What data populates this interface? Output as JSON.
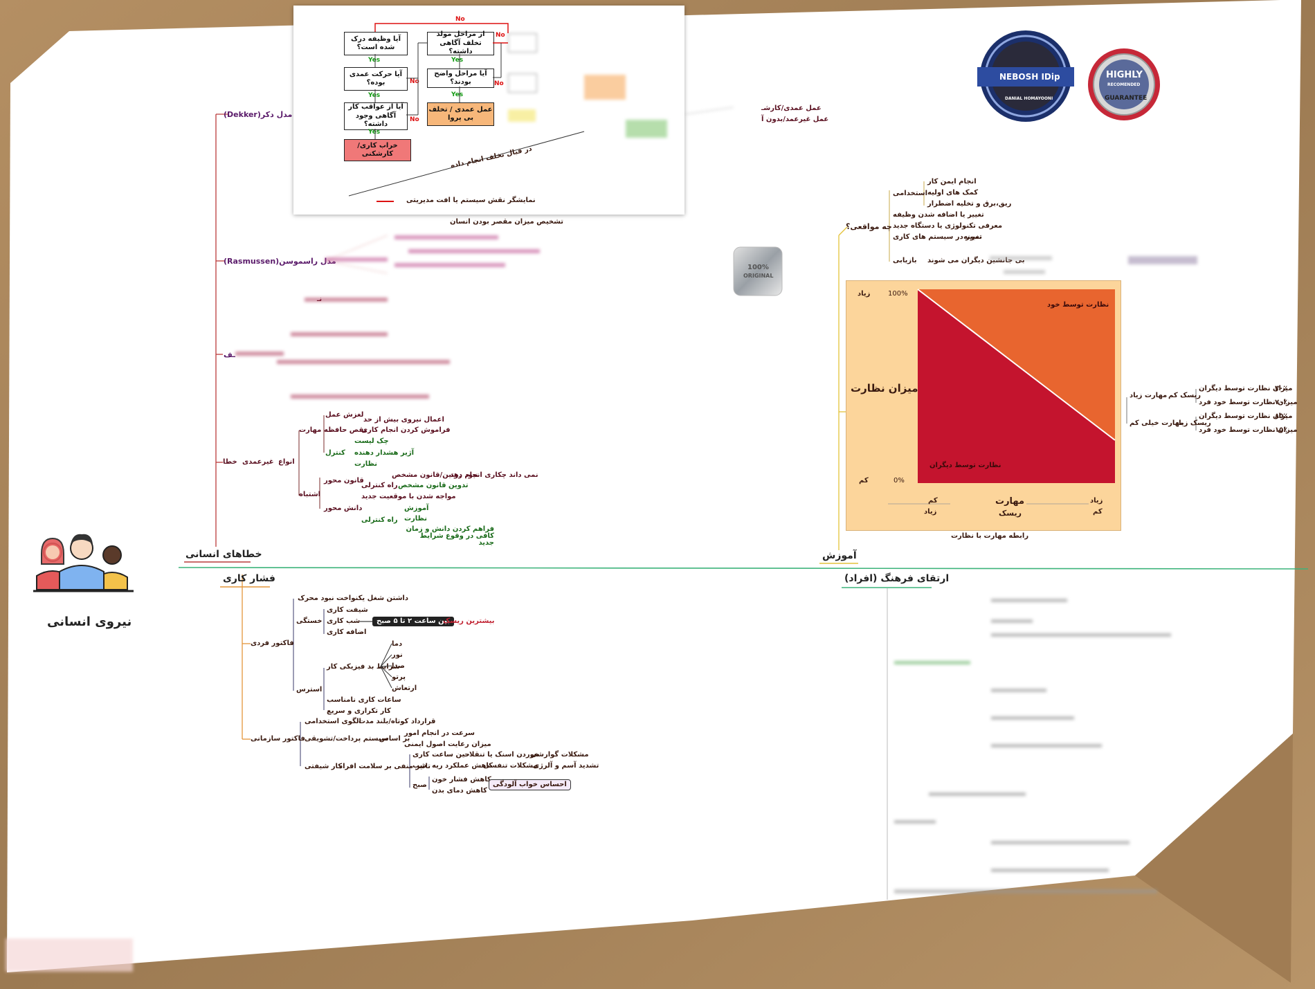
{
  "colors": {
    "cardboard": "#a8865d",
    "paper": "#ffffff",
    "chart_orange": "#e8652f",
    "chart_red": "#c4142e",
    "chart_bg": "#fcd59b",
    "line_green": "#3cb37a"
  },
  "root": {
    "label": "نیروی انسانی",
    "icon": "people-group-icon"
  },
  "branches": {
    "human_errors": "خطاهای انسانی",
    "work_pressure": "فشار کاری",
    "training": "آموزش",
    "culture": "ارتقای فرهنگ (افراد)"
  },
  "dekker": {
    "label": "مدل دکر(Dekker)",
    "q1": "آیا وظیفه درک شده است؟",
    "q2": "آیا حرکت عمدی بوده؟",
    "q3": "آیا از عواقب کار آگاهی وجود داشته؟",
    "q4": "از مراحل مولد تخلف آگاهی داشته؟",
    "q5": "آیا مراحل واضح بودند؟",
    "r_sabotage": "خراب کاری/کارشکنی",
    "r_reckless": "عمل عمدی / تخلف بی پروا",
    "yes": "Yes",
    "no": "No",
    "diag_text": "در قبال تخلف انجام داده",
    "legend": "نمایشگر نقش سیستم یا افت مدیریتی",
    "caption": "تشخیص میزان مقصر بودن انسان",
    "out1": "عمل عمدی/کارشـ",
    "out2": "عمل غیرعمد/بدون آ"
  },
  "rasmussen": {
    "label": "مدل راسموسن(Rasmussen)"
  },
  "middle_branch": {
    "label": "ـف",
    "label2": "نـ"
  },
  "errors_tree": {
    "error": "خطا",
    "unintentional": "غیرعمدی",
    "types": "انواع",
    "skill": "مهارت",
    "slip": "لغزش عمل",
    "slip_desc": "اعمال نیروی بیش از حد",
    "lapse": "نقص حافظه",
    "lapse_desc": "فراموش کردن انجام کاری",
    "control": "کنترل",
    "c1": "چک لیست",
    "c2": "آژیر هشدار دهنده",
    "c3": "نظارت",
    "mistake": "اشتباه",
    "rule": "قانون محور",
    "rule_desc": "نمی داند چکاری انجام دهد",
    "rule_desc2": "نبود روتین/قانون مشخص",
    "rule_ctrl": "راه کنترلی",
    "rule_ctrl_desc": "تدوین قانون مشخص",
    "knowledge": "دانش محور",
    "knowledge_desc": "مواجه شدن با موقعیت جدید",
    "k_ctrl": "راه کنترلی",
    "k1": "آموزش",
    "k2": "نظارت",
    "k3": "فراهم کردن دانش و زمان کافی در وقوع شرایط جدید"
  },
  "pressure_tree": {
    "individual": "فاکتور فردی",
    "motivation": "نبود محرک",
    "motivation_desc": "داشتن شغل یکنواخت",
    "fatigue": "خستگی",
    "f1": "شیفت کاری",
    "f2": "شب کاری",
    "f3": "اضافه کاری",
    "time_badge": "بین ساعت ۲ تا ۵ صبح",
    "risk_peak": "بیشترین ریسک",
    "stress": "استرس",
    "physical": "شرایط بد فیزیکی کار",
    "p1": "دما",
    "p2": "نور",
    "p3": "صدا",
    "p4": "پرتو",
    "p5": "ارتعاش",
    "s2": "ساعات کاری نامناسب",
    "s3": "کار تکراری و سریع",
    "org": "فاکتور سازمانی",
    "o1": "الگوی استخدامی",
    "o1d": "قرارداد کوتاه/بلند مدت",
    "o2": "سیستم پرداخت/تشویقی",
    "o2a": "بر اساس",
    "o2b": "سرعت در انجام امور",
    "o2c": "میزان رعایت اصول ایمنی",
    "o3": "کار شیفتی",
    "o3a": "تاثیر منفی بر سلامت افراد",
    "n_day": "حین ساعت کاری",
    "n_day_d": "خوردن اسنک یا تنقلات",
    "n_day_d2": "مشکلات گوارشی",
    "n_night": "شب",
    "n_night_d": "کاهش عملکرد ریه",
    "n_night_d2": "مشکلات تنفسی",
    "n_night_d3": "تشدید آسم و آلرژی",
    "n_morning": "صبح",
    "m1": "کاهش فشار خون",
    "m2": "کاهش دمای بدن",
    "sleepy": "احساس خواب آلودگی"
  },
  "training_tree": {
    "when": "چه مواقعی؟",
    "employment": "استخدامی",
    "e1": "انجام ایمن کار",
    "e2": "کمک های اولیه",
    "e3": "ریق،برق و تخلیه اضطرار",
    "w2": "تغییر یا اضافه شدن وظیفه",
    "w3": "معرفی تکنولوژی یا دستگاه جدید",
    "sample": "نمونه",
    "sample_d": "تغییر در سیستم های کاری",
    "w4": "بی جانشین دیگران می شوند",
    "retired": "بازیابی"
  },
  "supervision_chart": {
    "ylabel": "میزان نظارت",
    "y_top": "100%",
    "y_bottom": "0%",
    "y_top_word": "زیاد",
    "y_bottom_word": "کم",
    "region_self": "نظارت توسط خود",
    "region_others": "نظارت توسط دیگران",
    "xlabel_skill": "مهارت",
    "xlabel_risk": "ریسک",
    "skill_low": "کم",
    "skill_high": "زیاد",
    "risk_high": "زیاد",
    "risk_low": "کم",
    "caption": "رابطه مهارت با نظارت"
  },
  "skill_risk_tree": {
    "high_skill": "مهارت زیاد",
    "low_risk": "ریسک کم",
    "a1": "میزان نظارت توسط دیگران",
    "a1p": "۳۰٪",
    "a2": "میزان نظارت توسط خود فرد",
    "a2p": "۷۰٪",
    "vlow_skill": "مهارت خیلی کم",
    "high_risk": "ریسک زیاد",
    "b1": "میزان نظارت توسط دیگران",
    "b1p": "۸۵٪",
    "b2": "میزان نظارت توسط خود فرد",
    "b2p": "۱۵٪"
  },
  "badges": {
    "nebosh": "NEBOSH IDip",
    "nebosh_name": "DANIAL HOMAYOONI",
    "highly": "HIGHLY",
    "recommended": "RECOMENDED",
    "guarantee": "GUARANTEE",
    "original": "100%",
    "original2": "ORIGINAL"
  }
}
